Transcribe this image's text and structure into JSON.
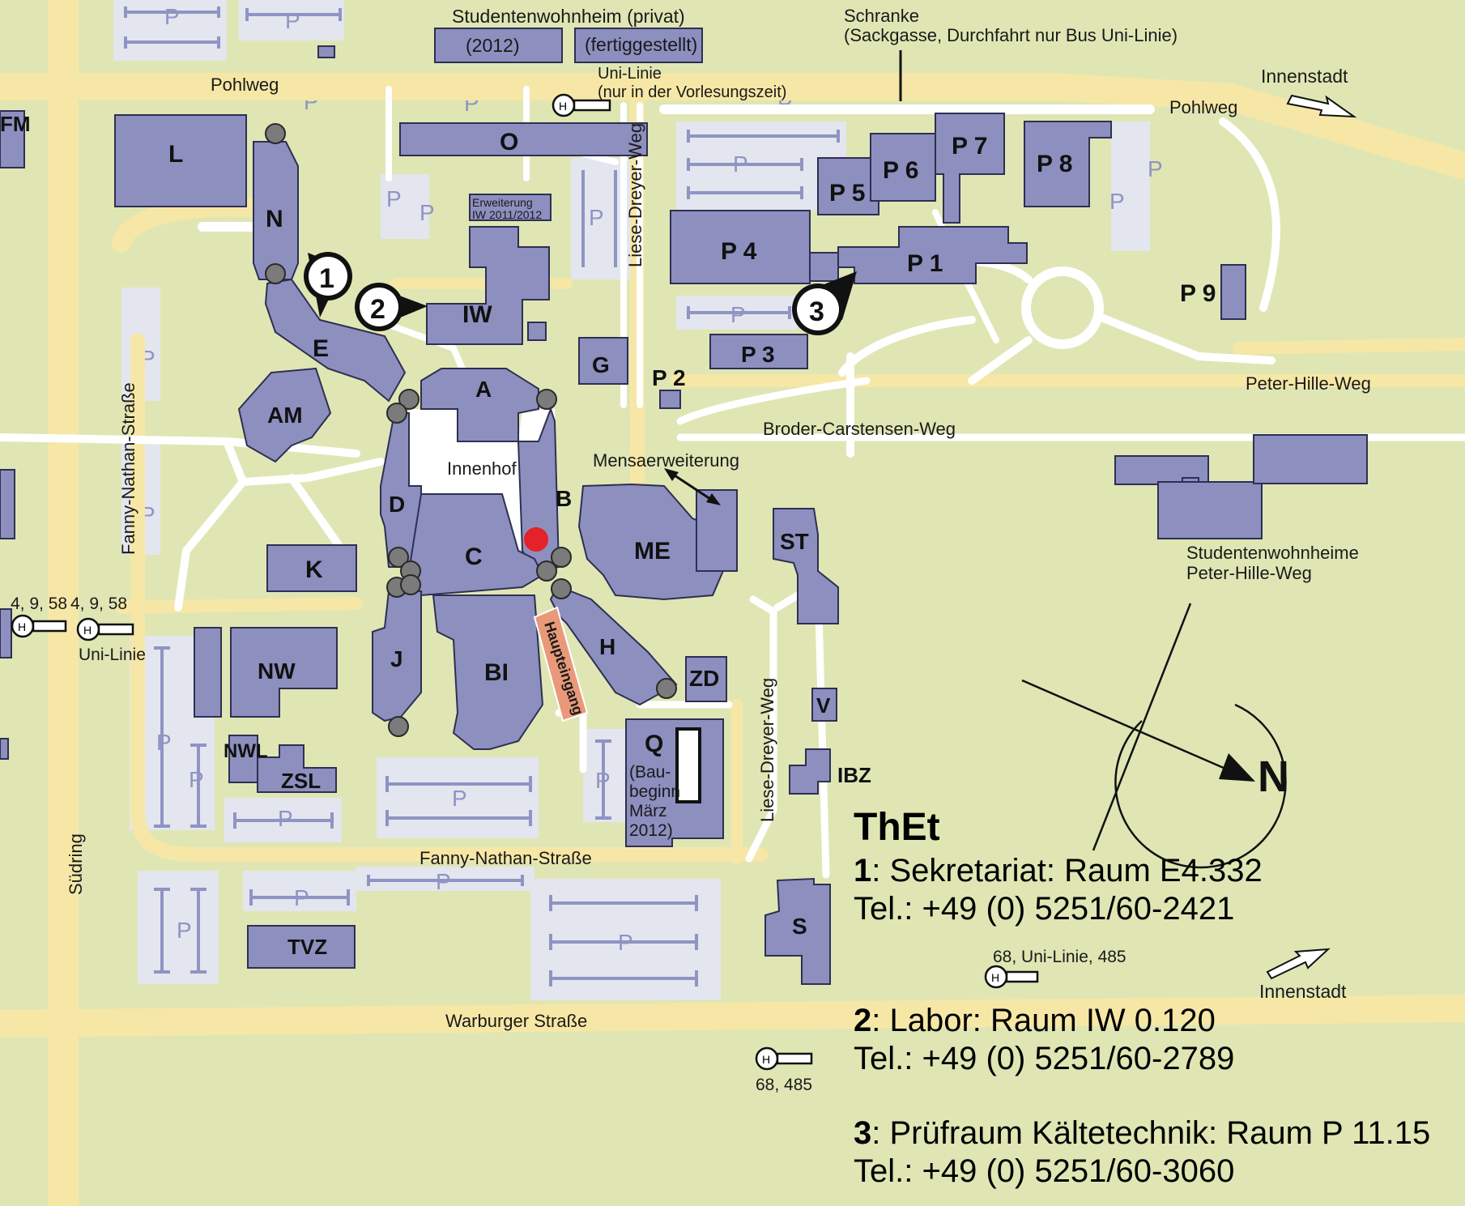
{
  "map": {
    "streets": {
      "pohlweg_left": "Pohlweg",
      "pohlweg_right": "Pohlweg",
      "liese_dreyer_top": "Liese-Dreyer-Weg",
      "liese_dreyer_bottom": "Liese-Dreyer-Weg",
      "fanny_nathan_vertical": "Fanny-Nathan-Straße",
      "fanny_nathan_bottom": "Fanny-Nathan-Straße",
      "broder_carstensen": "Broder-Carstensen-Weg",
      "peter_hille": "Peter-Hille-Weg",
      "suedring": "Südring",
      "warburger": "Warburger Straße"
    },
    "buildings": {
      "L": "L",
      "N": "N",
      "O": "O",
      "IW": "IW",
      "E": "E",
      "AM": "AM",
      "A": "A",
      "G": "G",
      "D": "D",
      "B": "B",
      "C": "C",
      "ME": "ME",
      "K": "K",
      "J": "J",
      "BI": "BI",
      "H": "H",
      "ZD": "ZD",
      "Q": "Q",
      "ST": "ST",
      "V": "V",
      "IBZ": "IBZ",
      "NW": "NW",
      "NWL": "NWL",
      "ZSL": "ZSL",
      "TVZ": "TVZ",
      "S": "S",
      "P1": "P 1",
      "P2": "P 2",
      "P3": "P 3",
      "P4": "P 4",
      "P5": "P 5",
      "P6": "P 6",
      "P7": "P 7",
      "P8": "P 8",
      "P9": "P 9",
      "FM": "FM"
    },
    "labels": {
      "studentenwohnheim": "Studentenwohnheim (privat)",
      "sw_2012": "(2012)",
      "sw_fertig": "(fertiggestellt)",
      "schranke_1": "Schranke",
      "schranke_2": "(Sackgasse, Durchfahrt nur Bus Uni-Linie)",
      "uni_linie_top": "Uni-Linie",
      "vorlesungszeit": "(nur in der Vorlesungszeit)",
      "innenstadt_top": "Innenstadt",
      "innenstadt_bottom": "Innenstadt",
      "erweiterung_1": "Erweiterung",
      "erweiterung_2": "IW 2011/2012",
      "innenhof": "Innenhof",
      "mensaerweiterung": "Mensaerweiterung",
      "haupteingang": "Haupteingang",
      "q_note_1": "(Bau-",
      "q_note_2": "beginn",
      "q_note_3": "März",
      "q_note_4": "2012)",
      "peter_hille_1": "Studentenwohnheime",
      "peter_hille_2": "Peter-Hille-Weg",
      "bus_4958_a": "4, 9, 58",
      "bus_4958_b": "4, 9, 58",
      "bus_uni_linie": "Uni-Linie",
      "bus_68_uni_485": "68, Uni-Linie, 485",
      "bus_68_485": "68, 485",
      "north": "N",
      "parking": "P",
      "bus_stop": "H"
    },
    "markers": [
      "1",
      "2",
      "3"
    ]
  },
  "legend": {
    "title": "ThEt",
    "entries": [
      {
        "num": "1",
        "text": ": Sekretariat: Raum E4.332",
        "tel": "Tel.: +49 (0) 5251/60-2421"
      },
      {
        "num": "2",
        "text": ": Labor: Raum IW 0.120",
        "tel": "Tel.: +49 (0) 5251/60-2789"
      },
      {
        "num": "3",
        "text": ": Prüfraum Kältetechnik: Raum P 11.15",
        "tel": "Tel.: +49 (0) 5251/60-3060"
      }
    ]
  },
  "colors": {
    "background": "#dfe6b4",
    "building": "#8d8fbf",
    "road": "#f6e7a6",
    "path": "#ffffff",
    "parking": "#e3e6ee",
    "entrance": "#e9997a",
    "marker_red": "#e3222a"
  }
}
